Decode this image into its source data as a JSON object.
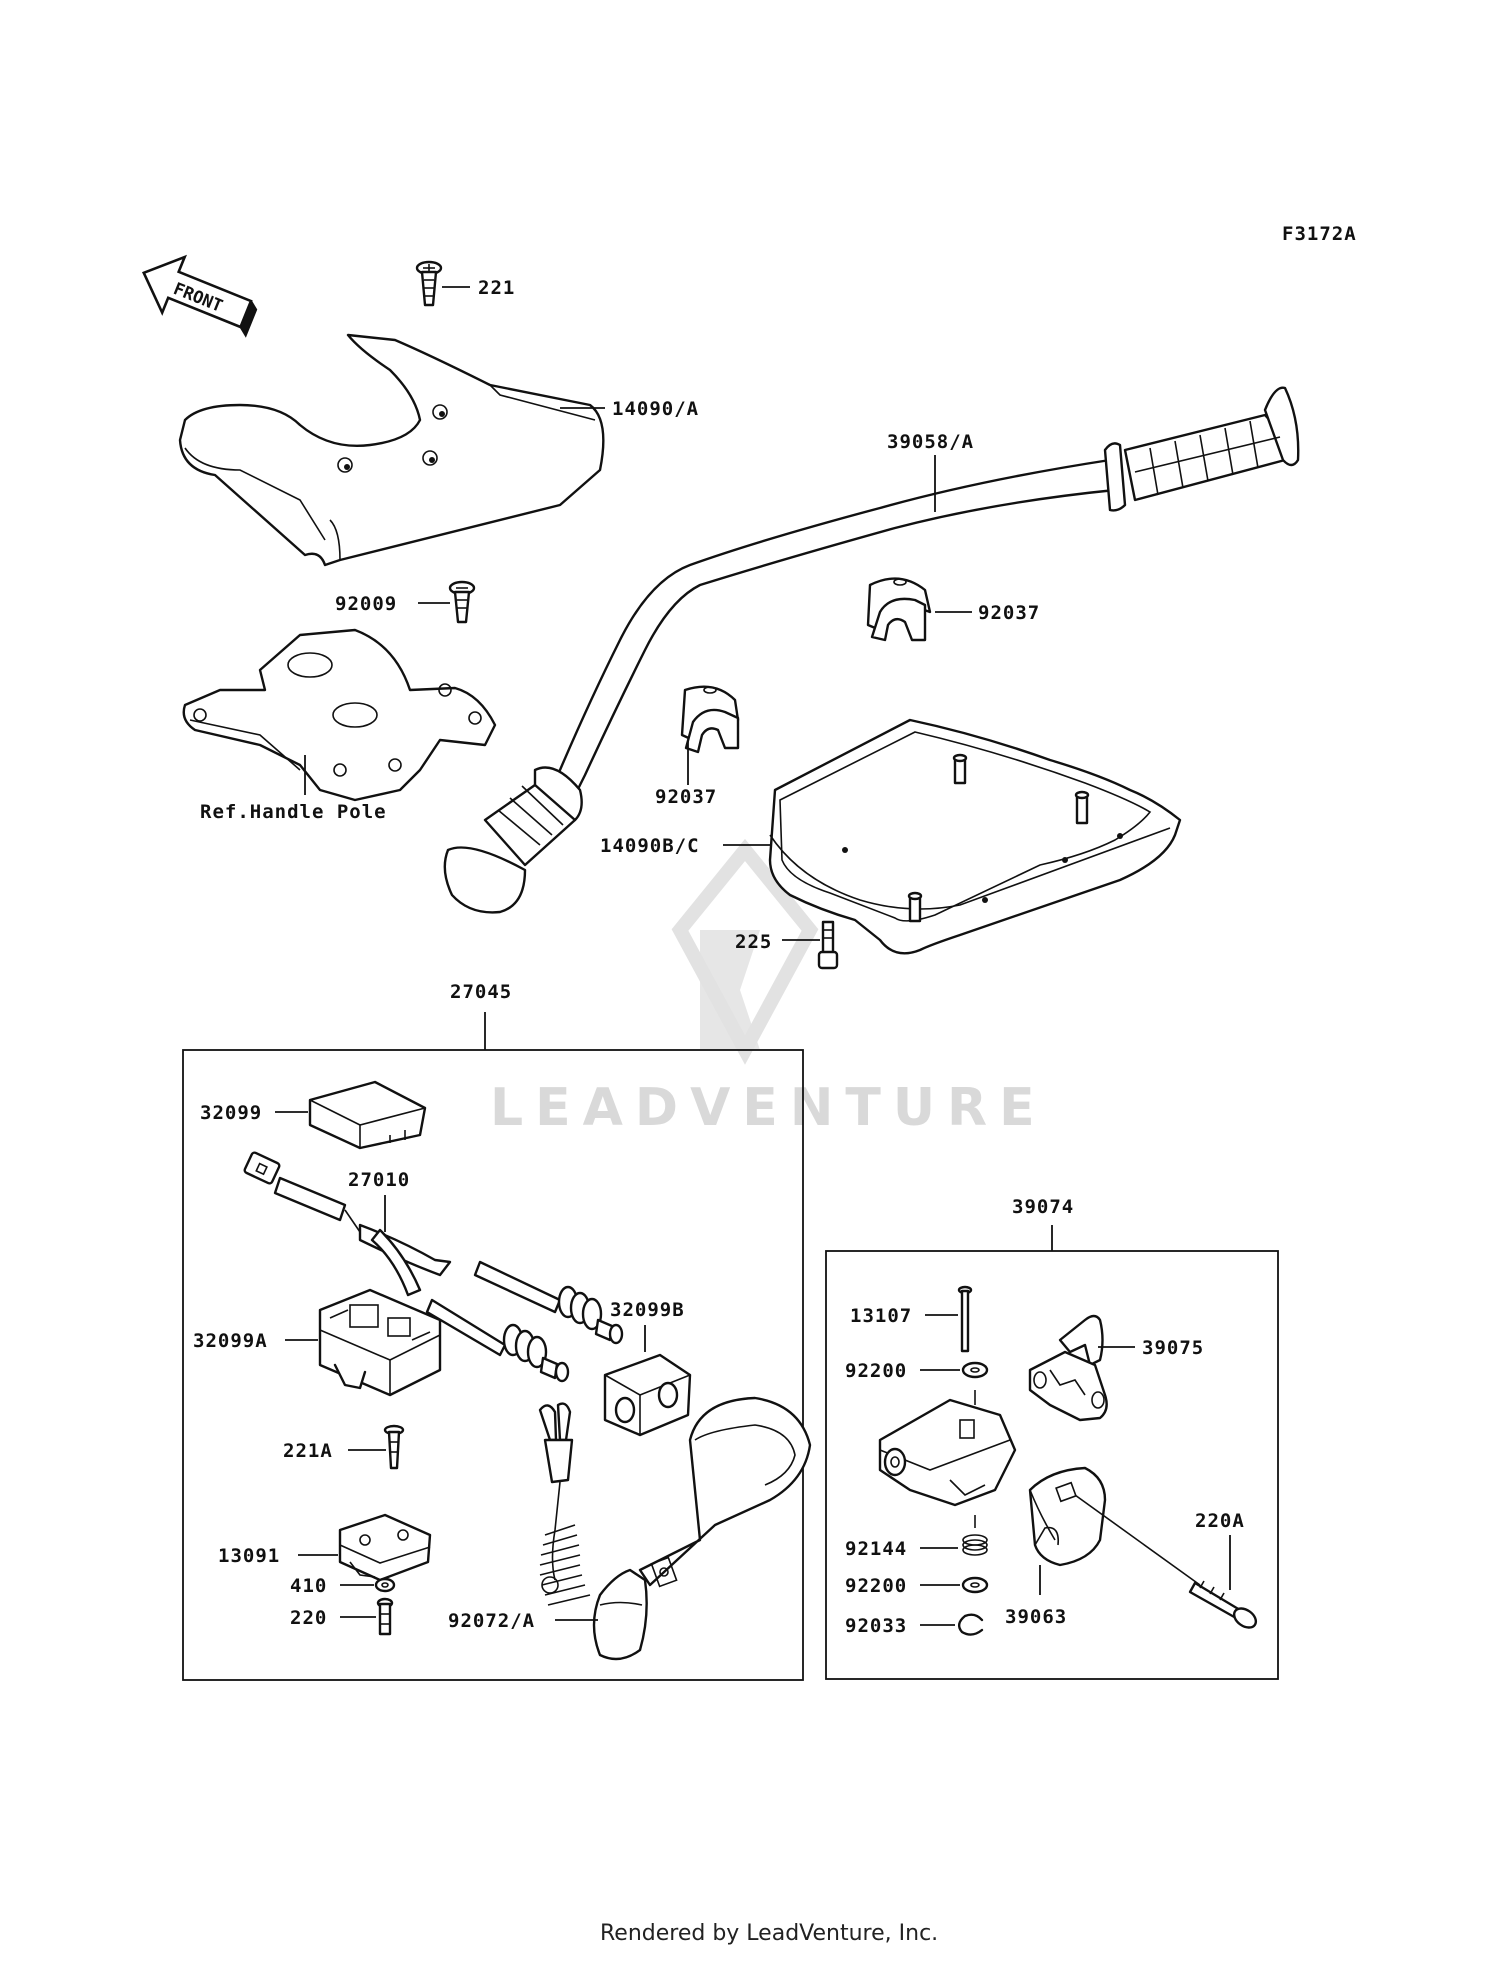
{
  "diagram_code": "F3172A",
  "front_label": "FRONT",
  "watermark": "LEADVENTURE",
  "footer": "Rendered by LeadVenture, Inc.",
  "parts": {
    "p221": "221",
    "p14090a": "14090/A",
    "p39058a": "39058/A",
    "p92009": "92009",
    "p92037_right": "92037",
    "p92037_left": "92037",
    "ref_handle_pole": "Ref.Handle Pole",
    "p14090bc": "14090B/C",
    "p225": "225",
    "p27045": "27045",
    "p32099": "32099",
    "p27010": "27010",
    "p32099b": "32099B",
    "p32099a": "32099A",
    "p221a": "221A",
    "p13091": "13091",
    "p410": "410",
    "p220": "220",
    "p92072a": "92072/A",
    "p39074": "39074",
    "p13107": "13107",
    "p39075": "39075",
    "p92200_top": "92200",
    "p92144": "92144",
    "p92200_bottom": "92200",
    "p92033": "92033",
    "p39063": "39063",
    "p220a": "220A"
  }
}
